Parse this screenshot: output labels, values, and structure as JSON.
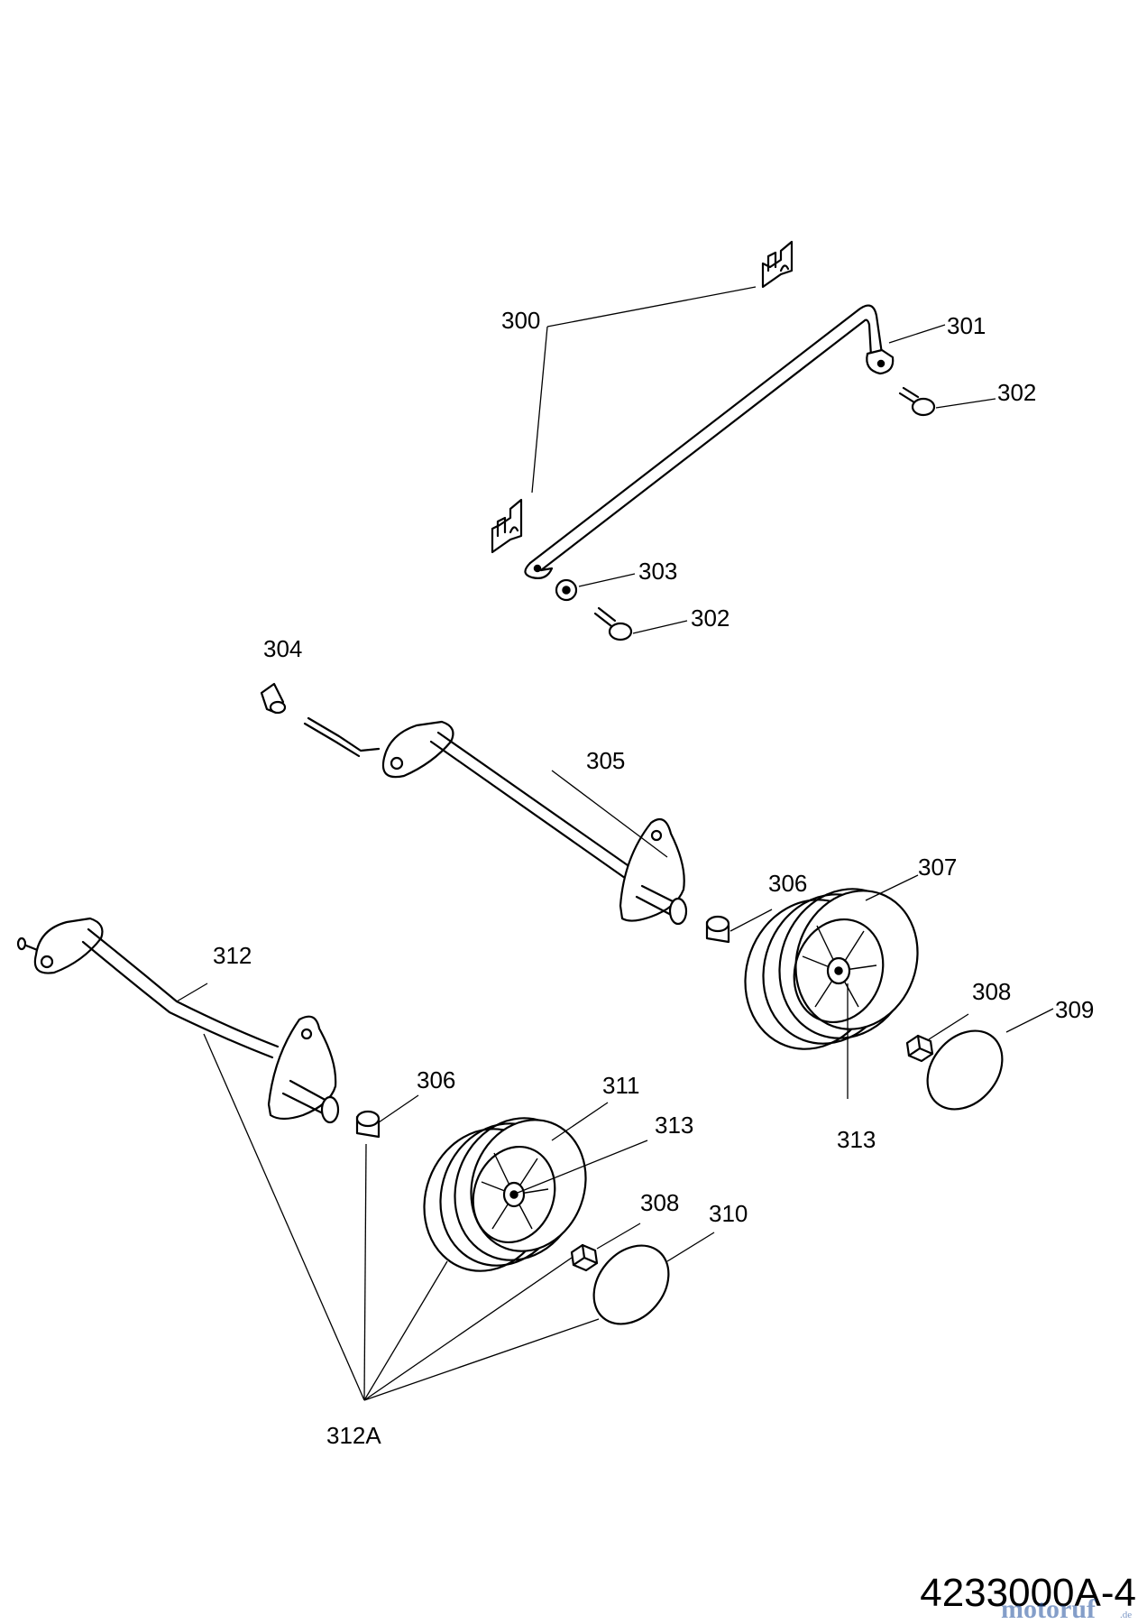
{
  "callouts": {
    "c300": "300",
    "c301": "301",
    "c302a": "302",
    "c302b": "302",
    "c303": "303",
    "c304": "304",
    "c305": "305",
    "c306a": "306",
    "c306b": "306",
    "c307": "307",
    "c308a": "308",
    "c308b": "308",
    "c309": "309",
    "c310": "310",
    "c311": "311",
    "c312": "312",
    "c312a": "312A",
    "c313a": "313",
    "c313b": "313"
  },
  "drawing_number": "4233000A-4",
  "watermark": {
    "brand": "motoruf",
    "suffix": ".de",
    "colors": {
      "primary": "#1f4e9c",
      "accent": "#d22a2a"
    }
  }
}
